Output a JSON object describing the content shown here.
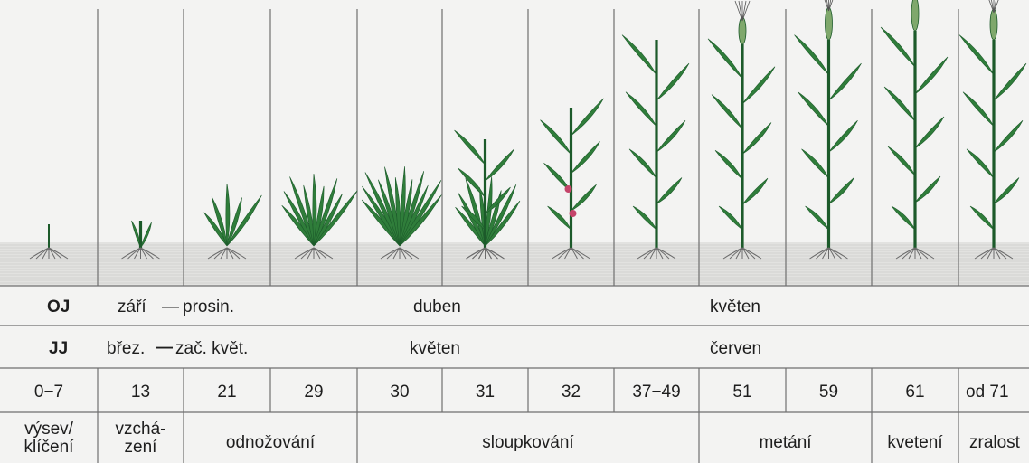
{
  "colors": {
    "background": "#f3f3f2",
    "grid": "#6f6f6f",
    "soil": "#e2e2e0",
    "leaf": "#2f7d3a",
    "leaf_dark": "#1c5a2a",
    "ear": "#7fa86c",
    "root": "#6b6b6b",
    "flower": "#c4446a"
  },
  "rows": {
    "oj": {
      "label": "OJ",
      "cells": [
        "září",
        "prosin.",
        "duben",
        "květen"
      ]
    },
    "jj": {
      "label": "JJ",
      "cells": [
        "břez.",
        "zač. květ.",
        "květen",
        "červen"
      ]
    },
    "codes": [
      "0−7",
      "13",
      "21",
      "29",
      "30",
      "31",
      "32",
      "37−49",
      "51",
      "59",
      "61",
      "od 71"
    ],
    "stages": {
      "s1": "výsev/ klíčení",
      "s2": "vzchá- zení",
      "s3": "odnožování",
      "s4": "sloupkování",
      "s5": "metání",
      "s6": "kvetení",
      "s7": "zralost"
    }
  },
  "plants": [
    {
      "code": "0-7",
      "icon": "seedling-icon"
    },
    {
      "code": "13",
      "icon": "sprout-icon"
    },
    {
      "code": "21",
      "icon": "tillering-plant-icon"
    },
    {
      "code": "29",
      "icon": "tillering-plant-icon"
    },
    {
      "code": "30",
      "icon": "tillering-plant-icon"
    },
    {
      "code": "31",
      "icon": "stem-elongation-plant-icon"
    },
    {
      "code": "32",
      "icon": "stem-elongation-plant-icon"
    },
    {
      "code": "37-49",
      "icon": "stem-elongation-plant-icon"
    },
    {
      "code": "51",
      "icon": "heading-plant-icon"
    },
    {
      "code": "59",
      "icon": "heading-plant-icon"
    },
    {
      "code": "61",
      "icon": "flowering-plant-icon"
    },
    {
      "code": "71",
      "icon": "ripening-plant-icon"
    }
  ]
}
